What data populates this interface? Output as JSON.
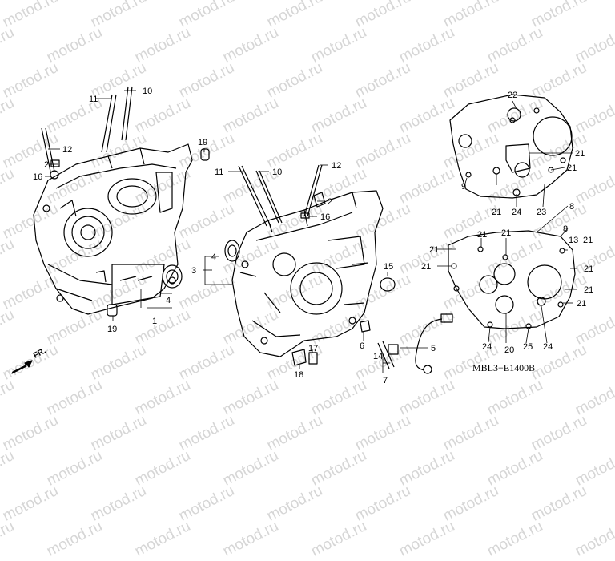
{
  "watermark": "motod.ru",
  "diagram_code": "MBL3−E1400B",
  "front_indicator": "FR.",
  "callouts": {
    "c1": "1",
    "c2a": "2",
    "c2b": "2",
    "c3": "3",
    "c4a": "4",
    "c4b": "4",
    "c5": "5",
    "c6": "6",
    "c7": "7",
    "c8a": "8",
    "c8b": "8",
    "c9": "9",
    "c10a": "10",
    "c10b": "10",
    "c11a": "11",
    "c11b": "11",
    "c12a": "12",
    "c12b": "12",
    "c13": "13",
    "c14": "14",
    "c15": "15",
    "c16a": "16",
    "c16b": "16",
    "c17": "17",
    "c18": "18",
    "c19a": "19",
    "c19b": "19",
    "c20": "20",
    "c21a": "21",
    "c21b": "21",
    "c21c": "21",
    "c21d": "21",
    "c21e": "21",
    "c21f": "21",
    "c21g": "21",
    "c21h": "21",
    "c21i": "21",
    "c21j": "21",
    "c21k": "21",
    "c22": "22",
    "c23": "23",
    "c24a": "24",
    "c24b": "24",
    "c24c": "24",
    "c25": "25"
  }
}
